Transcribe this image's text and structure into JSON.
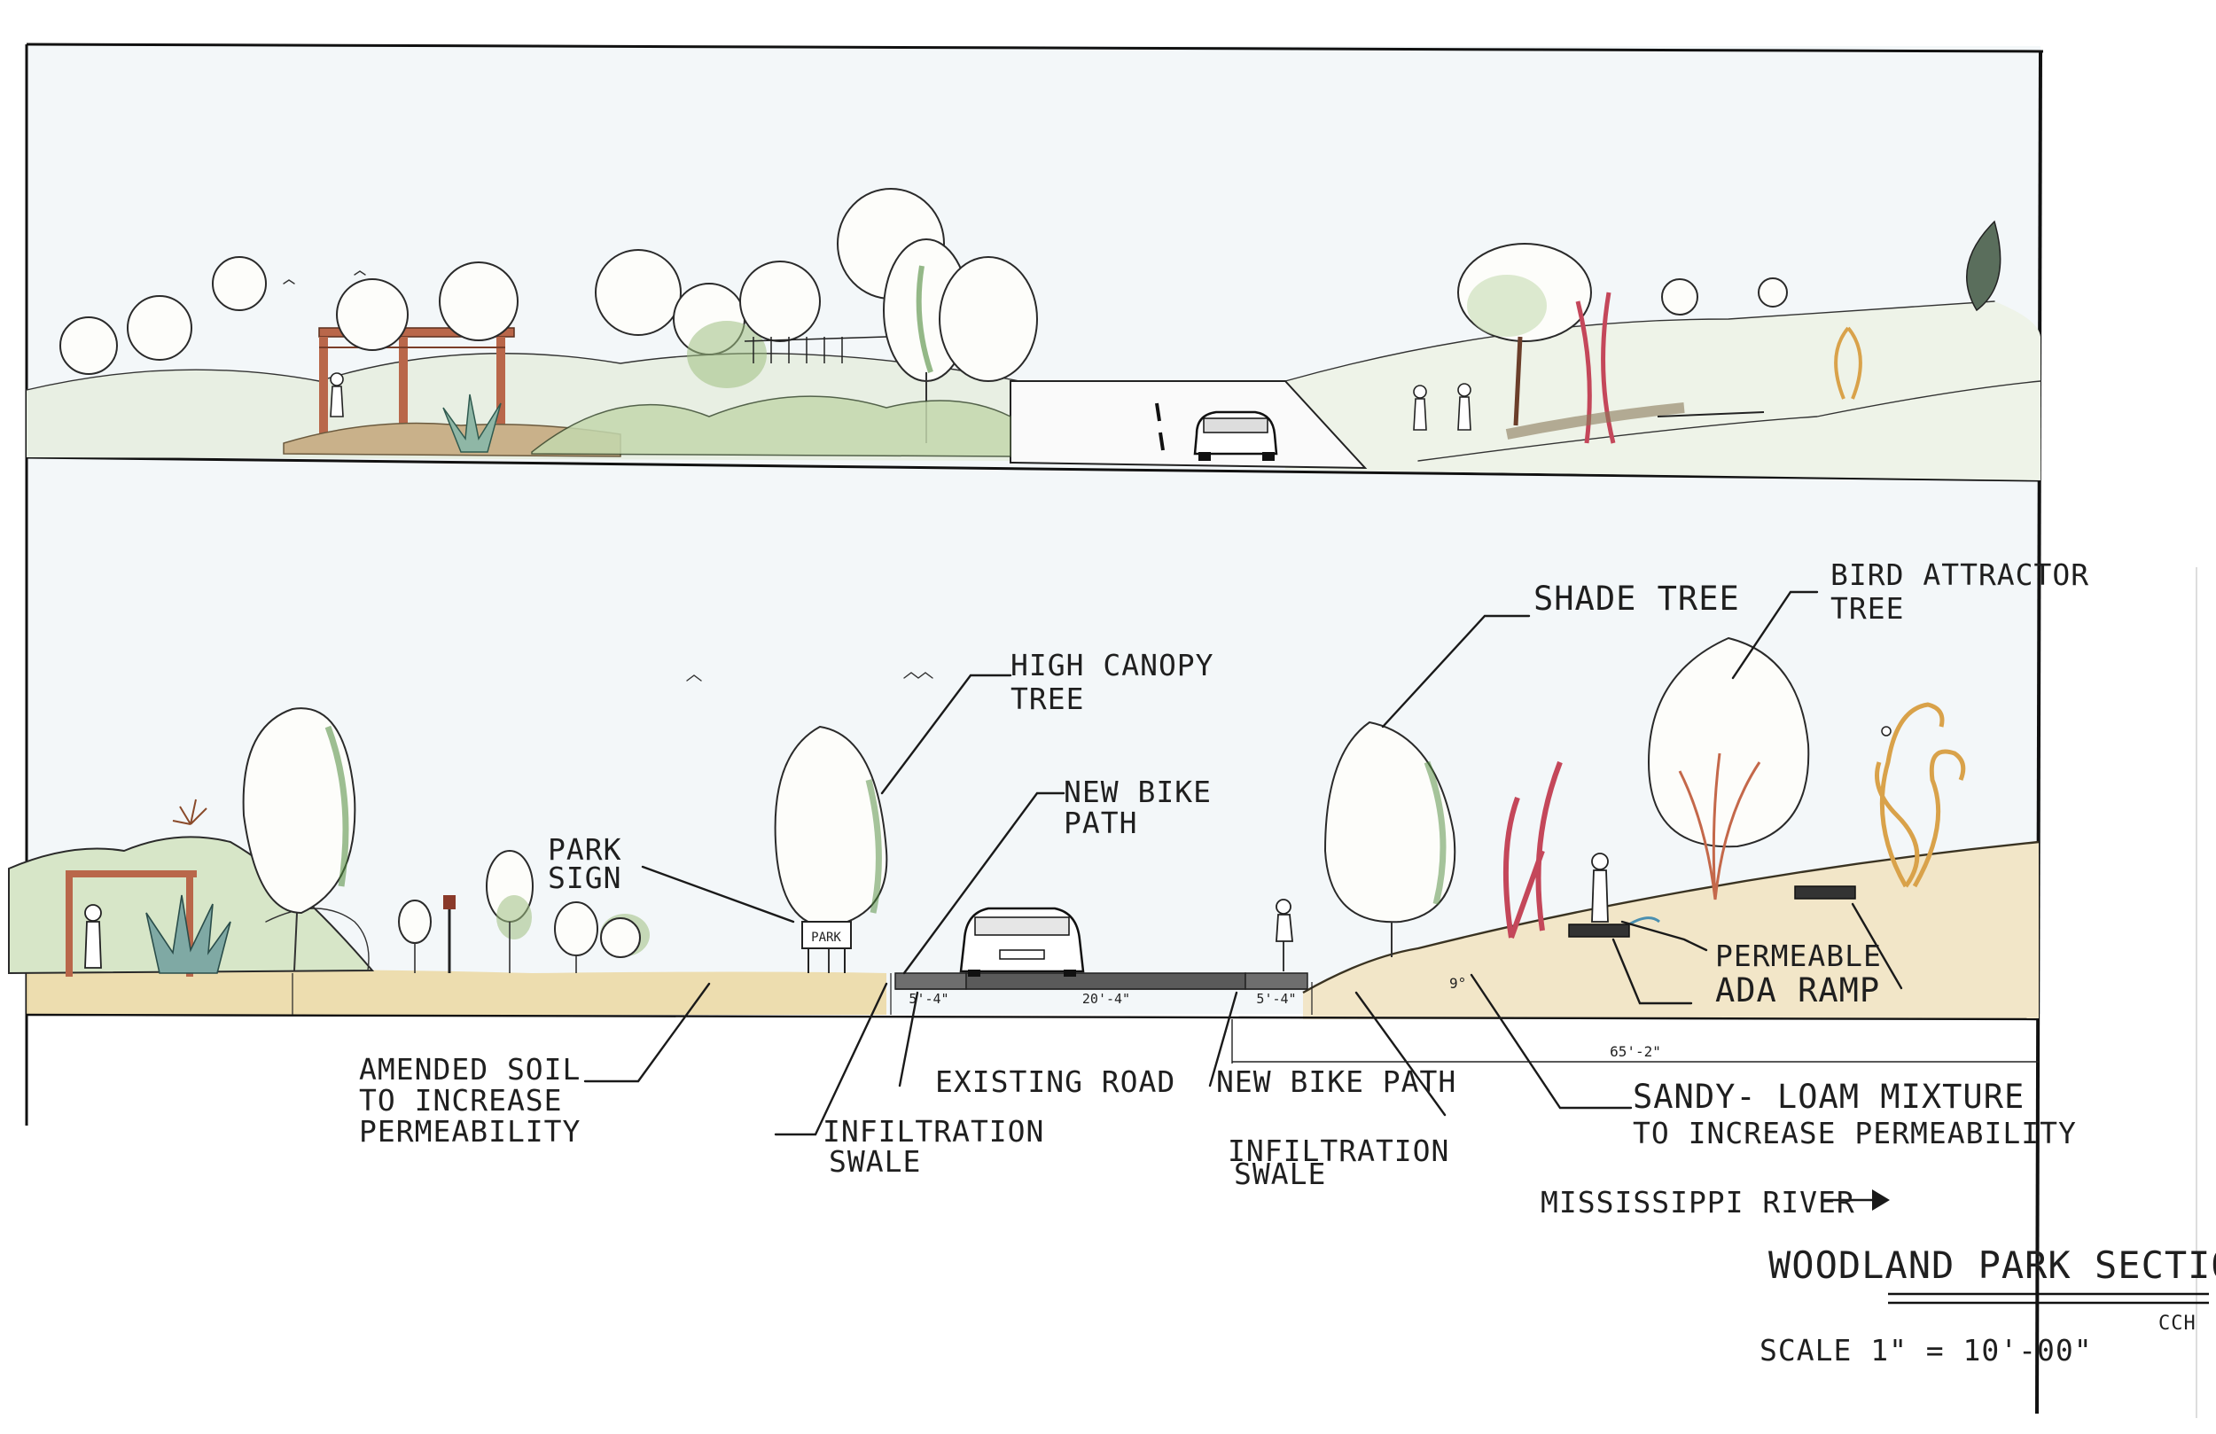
{
  "labels": {
    "shade_tree": "SHADE TREE",
    "bird_attractor_line1": "BIRD ATTRACTOR",
    "bird_attractor_line2": "TREE",
    "high_canopy_line1": "HIGH CANOPY",
    "high_canopy_line2": "TREE",
    "new_bike_path_upper_line1": "NEW BIKE",
    "new_bike_path_upper_line2": "PATH",
    "park_sign_line1": "PARK",
    "park_sign_line2": "SIGN",
    "permeable_line1": "PERMEABLE",
    "permeable_line2": "ADA RAMP",
    "amended_soil_line1": "AMENDED SOIL",
    "amended_soil_line2": "TO INCREASE",
    "amended_soil_line3": "PERMEABILITY",
    "existing_road": "EXISTING ROAD",
    "new_bike_path_lower": "NEW BIKE PATH",
    "infiltration_left_line1": "INFILTRATION",
    "infiltration_left_line2": "SWALE",
    "infiltration_right_line1": "INFILTRATION",
    "infiltration_right_line2": "SWALE",
    "sandy_loam_line1": "SANDY- LOAM MIXTURE",
    "sandy_loam_line2": "TO INCREASE PERMEABILITY",
    "river": "MISSISSIPPI RIVER",
    "park_sign_text": "PARK"
  },
  "dimensions": {
    "bike_left": "5'-4\"",
    "road": "20'-4\"",
    "bike_right": "5'-4\"",
    "overall": "65'-2\"",
    "slope": "9°"
  },
  "title_block": {
    "title": "WOODLAND PARK SECTION",
    "initials": "CCH",
    "scale": "SCALE 1\" = 10'-00\""
  },
  "colors": {
    "sky": "#f2f6f8",
    "foliage": "#9fbf82",
    "soil": "#ecd9a6",
    "pavement": "#6e6e6e",
    "sculpture_red": "#c4475a",
    "sculpture_gold": "#d9a24a"
  }
}
